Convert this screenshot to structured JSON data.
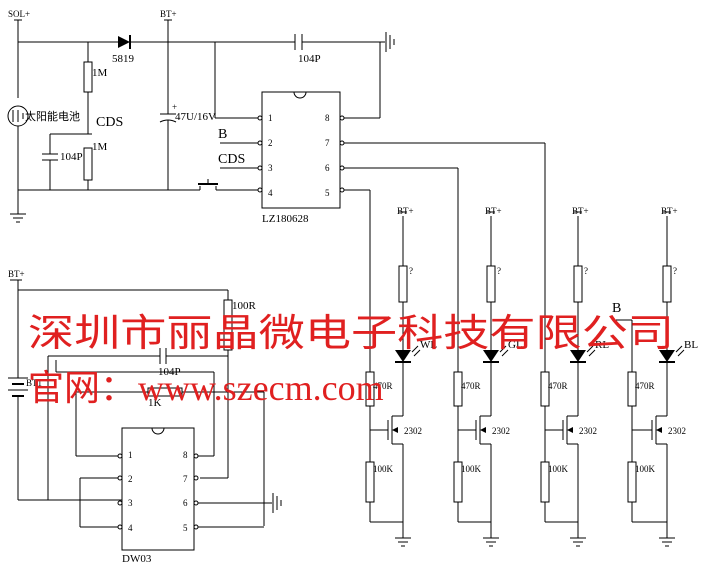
{
  "labels": {
    "sol": "SOL+",
    "bt": "BT+",
    "diode": "5819",
    "cap_top": "104P",
    "r1": "1M",
    "r2": "1M",
    "cds": "CDS",
    "cap_left": "104P",
    "solar": "太阳能电池",
    "cap_elec": "47U/16V",
    "ic1_name": "LZ180628",
    "ic1_b": "B",
    "ic1_cds": "CDS",
    "ic2_name": "DW03",
    "r_sense": "100R",
    "cap_batt": "104P",
    "r_1k": "1K",
    "battery": "BT1",
    "ch1_led": "WL",
    "ch2_led": "GL",
    "ch3_led": "RL",
    "ch4_led": "BL",
    "b_label": "B",
    "r_q": "?",
    "r_470": "470R",
    "mos": "2302",
    "r_100k": "100K",
    "pin1": "1",
    "pin2": "2",
    "pin3": "3",
    "pin4": "4",
    "pin5": "5",
    "pin6": "6",
    "pin7": "7",
    "pin8": "8"
  },
  "watermark": {
    "company": "深圳市丽晶微电子科技有限公司",
    "url_prefix": "官网：",
    "url": "www.szecm.com"
  },
  "colors": {
    "ink": "#000000",
    "watermark": "#e02020"
  }
}
